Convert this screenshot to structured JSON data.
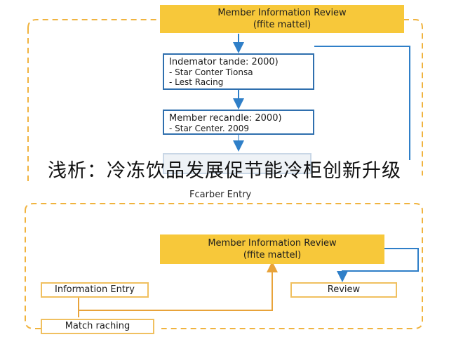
{
  "colors": {
    "yellow_fill": "#f7c83a",
    "dash_orange": "#f0b33e",
    "arrow_blue": "#2f7fc8",
    "arrow_orange": "#e8a33a",
    "box_border_blue": "#2f6fae"
  },
  "top_section": {
    "header": {
      "title": "Member Information Review",
      "subtitle": "(ffite mattel)"
    },
    "box_one": {
      "heading": "Indemator tande: 2000)",
      "items": [
        "- Star Conter Tionsa",
        "- Lest Racing"
      ]
    },
    "box_two": {
      "heading": "Member recandle: 2000)",
      "items": [
        "- Star Center. 2009"
      ]
    },
    "entry_label": "Fcarber Entry"
  },
  "overlay_text": "浅析：冷冻饮品发展促节能冷柜创新升级",
  "bottom_section": {
    "header": {
      "title": "Member Information Review",
      "subtitle": "(ffite mattel)"
    },
    "information_entry": "Information Entry",
    "match_raching": "Match raching",
    "review": "Review"
  }
}
